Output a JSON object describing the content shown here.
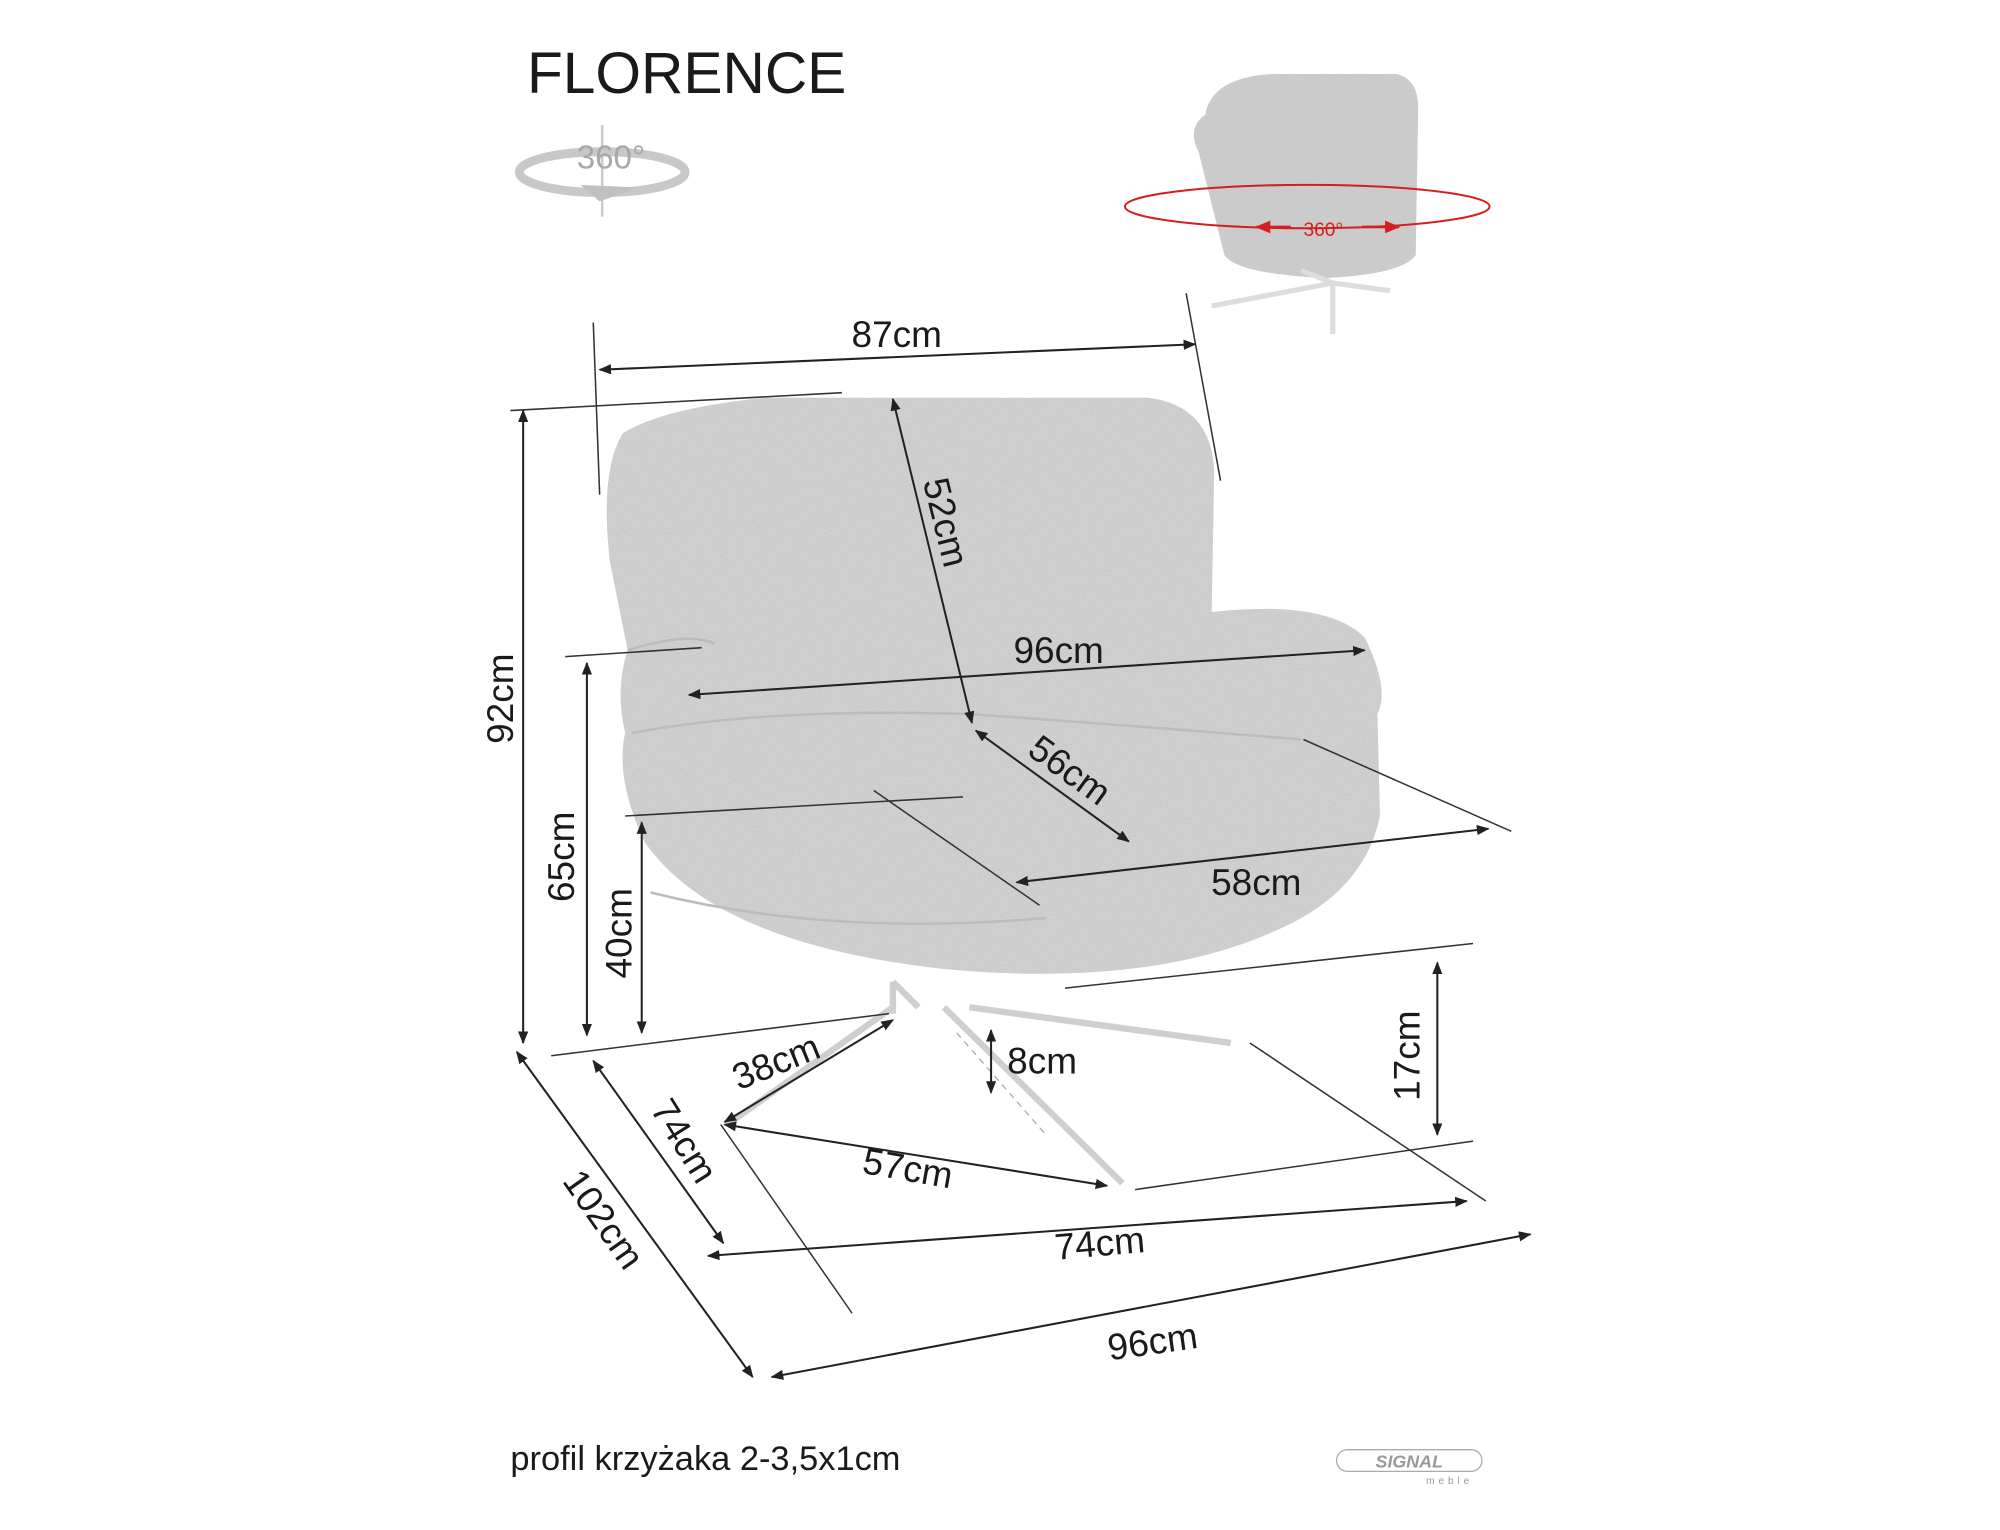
{
  "title": "FLORENCE",
  "rotation_badge": {
    "label": "360°",
    "icon": "rotate-360-icon",
    "color": "#b0b0b0"
  },
  "preview_rotation": {
    "label": "360°",
    "color": "#d42020"
  },
  "dimensions": {
    "back_width": "87cm",
    "total_height": "92cm",
    "back_height": "52cm",
    "armrest_width": "96cm",
    "seat_depth": "56cm",
    "seat_width": "58cm",
    "armrest_height": "65cm",
    "seat_height": "40cm",
    "base_height": "17cm",
    "leg_height": "8cm",
    "leg_length": "38cm",
    "leg_span": "57cm",
    "base_depth": "74cm",
    "base_width": "74cm",
    "total_depth": "102cm",
    "total_width": "96cm"
  },
  "footnote": "profil krzyżaka 2-3,5x1cm",
  "logo": {
    "brand": "SIGNAL",
    "sub": "meble"
  }
}
